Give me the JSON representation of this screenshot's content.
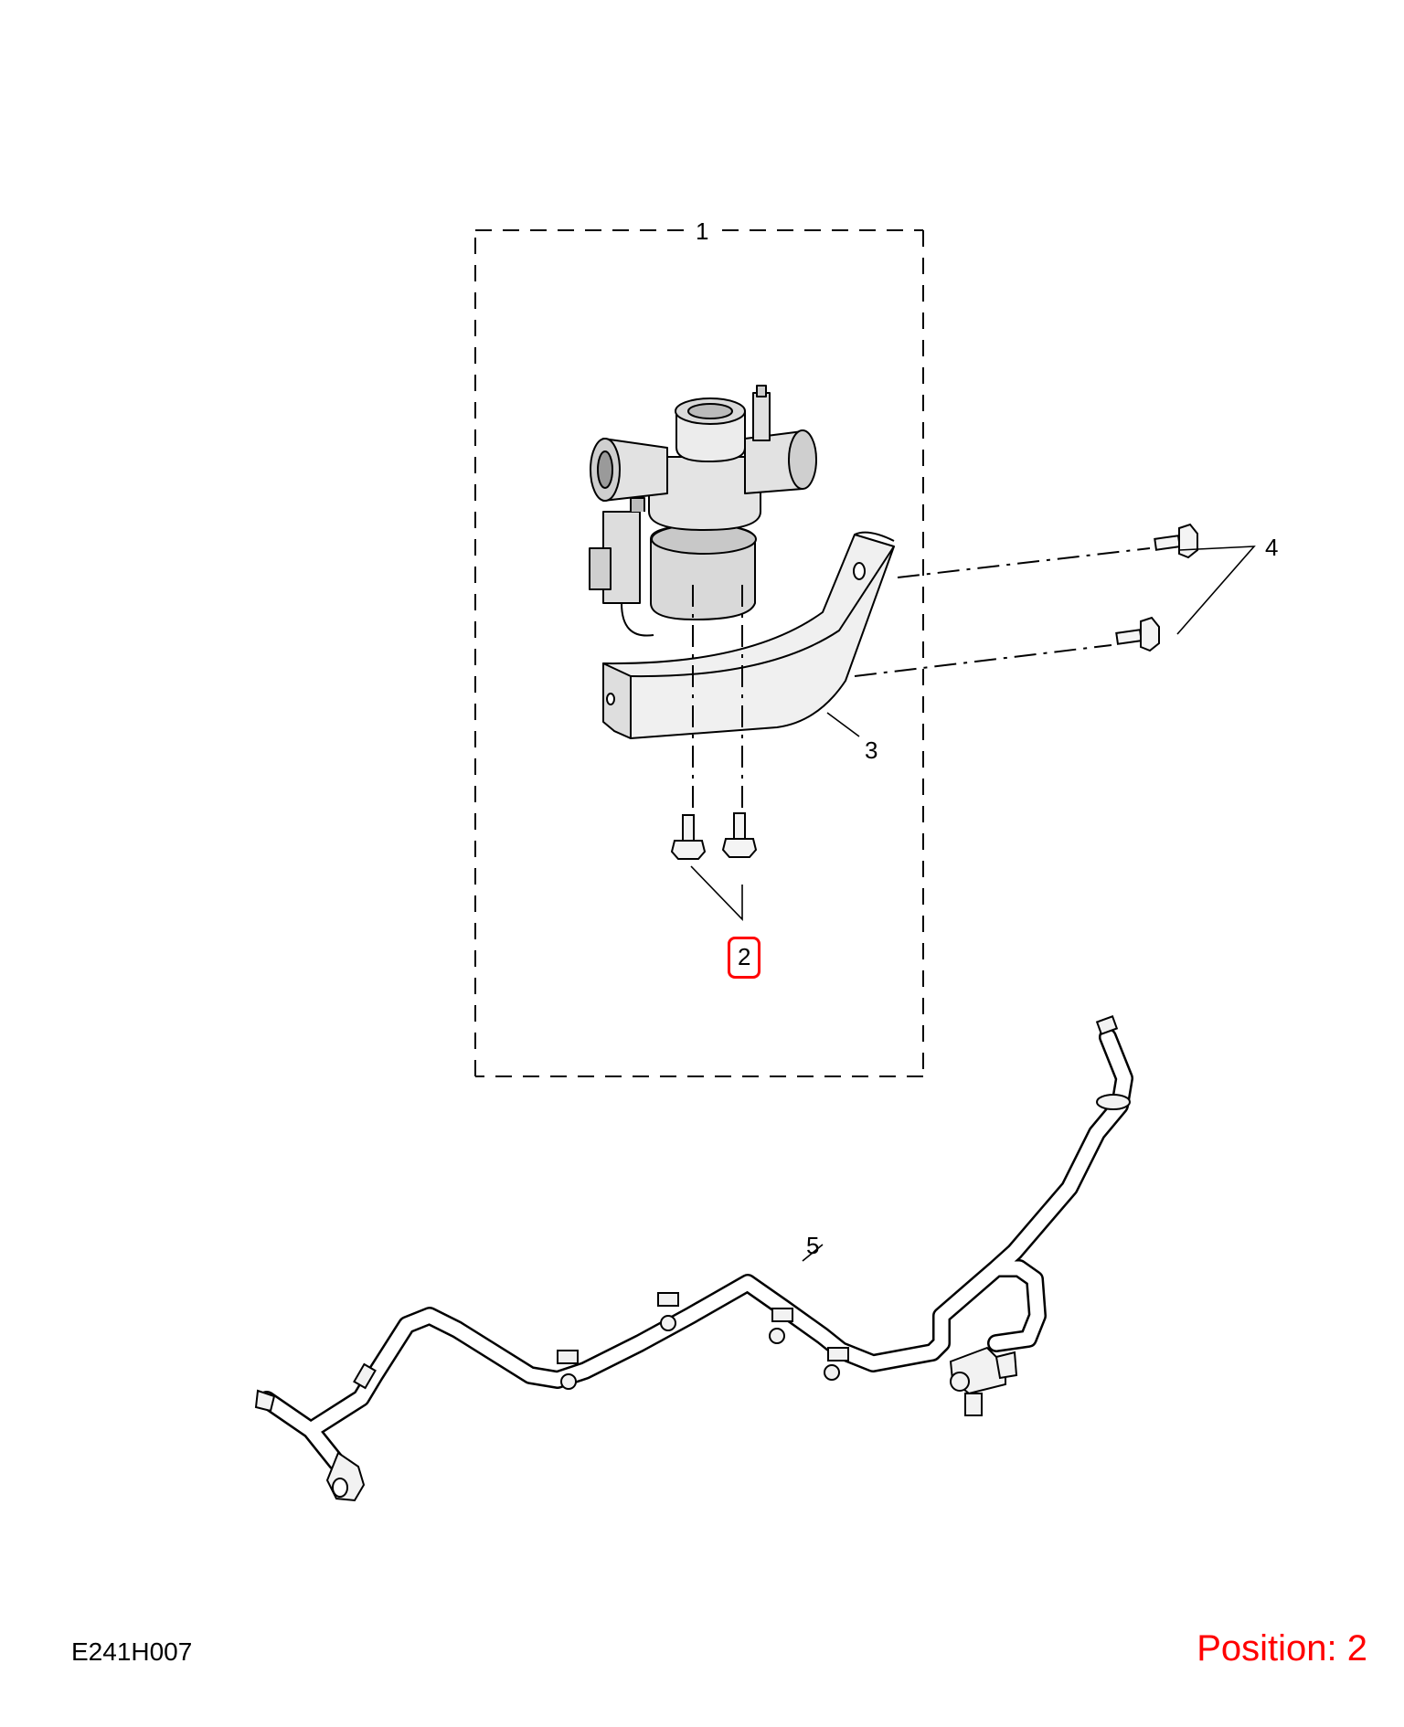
{
  "callouts": {
    "c1": "1",
    "c2": "2",
    "c3": "3",
    "c4": "4",
    "c5": "5"
  },
  "footer": {
    "drawing_code": "E241H007",
    "position_label": "Position: 2"
  },
  "colors": {
    "highlight": "#ff0000",
    "line": "#000000",
    "part_fill": "#e6e6e6"
  }
}
